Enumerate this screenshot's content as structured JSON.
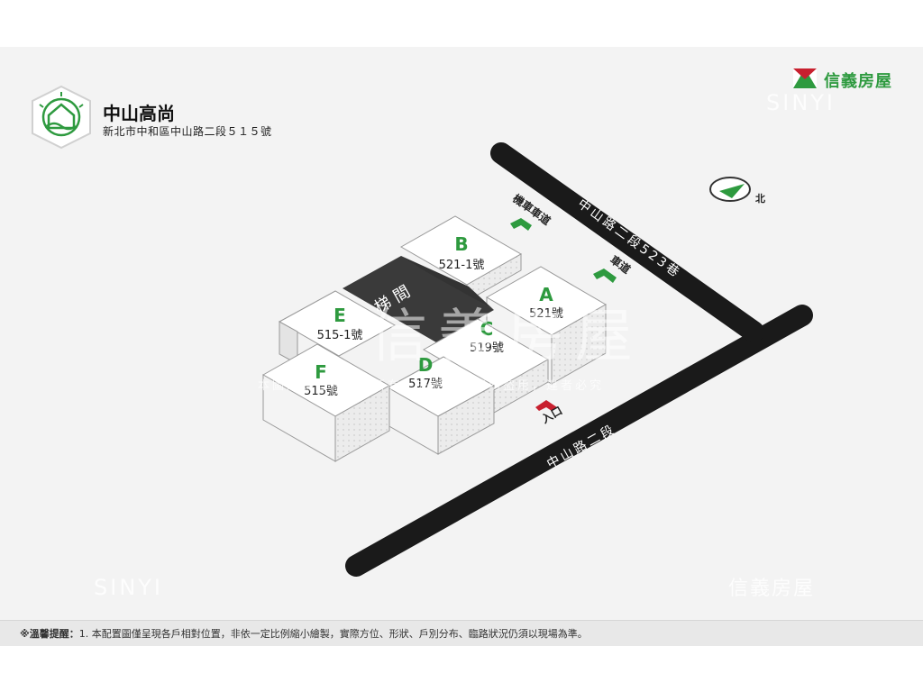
{
  "header": {
    "title": "中山高尚",
    "address": "新北市中和區中山路二段５１５號",
    "brand_name": "信義房屋"
  },
  "buildings": [
    {
      "letter": "A",
      "number": "521號"
    },
    {
      "letter": "B",
      "number": "521-1號"
    },
    {
      "letter": "C",
      "number": "519號"
    },
    {
      "letter": "D",
      "number": "517號"
    },
    {
      "letter": "E",
      "number": "515-1號"
    },
    {
      "letter": "F",
      "number": "515號"
    }
  ],
  "stair": {
    "label": "梯間"
  },
  "roads": {
    "main_road": "中山路二段",
    "lane": "中山路二段523巷"
  },
  "access": {
    "scooter_ramp": "機車車道",
    "car_ramp": "車道",
    "entrance": "入口"
  },
  "compass": {
    "label": "北"
  },
  "watermark": {
    "brand": "信義房屋",
    "notice": "本圖片為信義房屋所有，未經允許請勿盜用，違者必究",
    "english": "SINYI"
  },
  "footer": {
    "label": "※溫馨提醒：",
    "text": "1. 本配置圖僅呈現各戶相對位置，非依一定比例縮小繪製，實際方位、形狀、戶別分布、臨路狀況仍須以現場為準。"
  },
  "colors": {
    "green": "#2e9a3f",
    "red": "#c8202f",
    "road": "#1a1a1a",
    "stair": "#3a3a3a"
  }
}
